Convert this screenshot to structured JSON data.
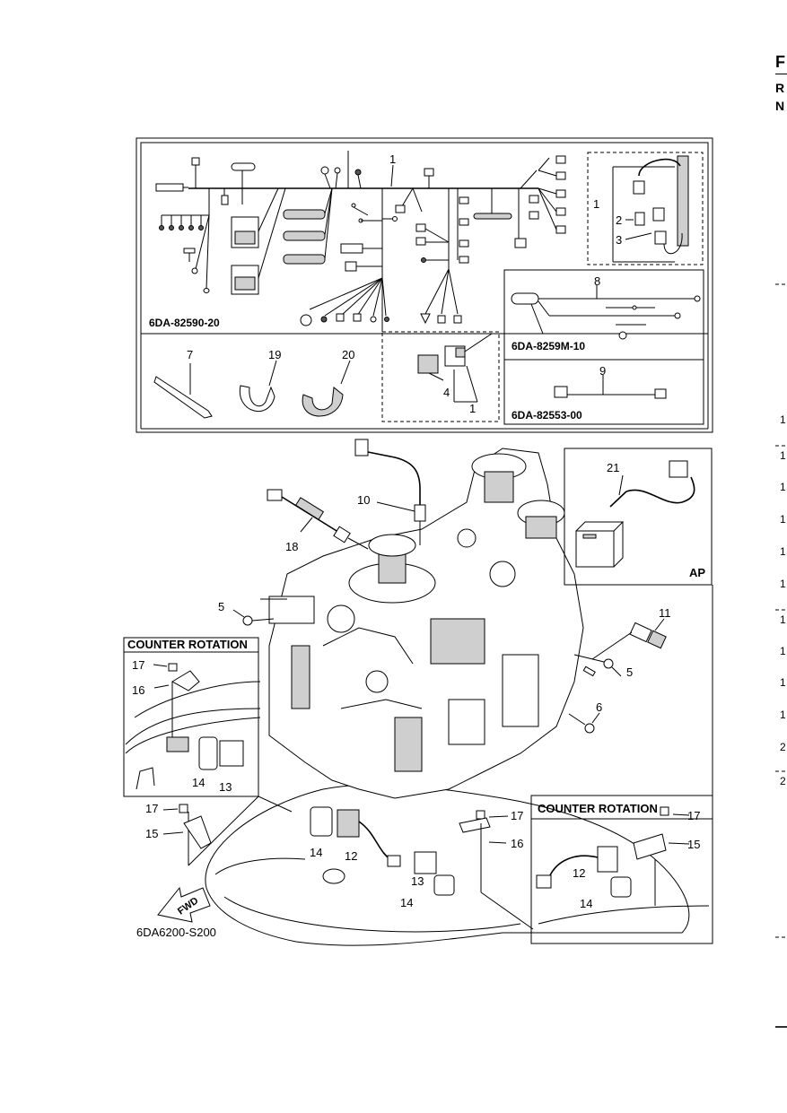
{
  "page_edge": {
    "top_letters": [
      "F",
      "R",
      "N"
    ],
    "right_numbers": [
      "1",
      "1",
      "1",
      "1",
      "1",
      "1",
      "1",
      "1",
      "1",
      "1",
      "2",
      "2"
    ]
  },
  "kit_codes": {
    "main_harness": "6DA-82590-20",
    "sub_harness_8": "6DA-8259M-10",
    "sub_harness_9": "6DA-82553-00"
  },
  "labels": {
    "ap": "AP",
    "counter_rotation": "COUNTER ROTATION",
    "fwd": "FWD",
    "diagram_code": "6DA6200-S200"
  },
  "callouts": {
    "top_1": "1",
    "box_1": "1",
    "box_2": "2",
    "box_3": "3",
    "p4": "4",
    "p4_1": "1",
    "p7": "7",
    "p19": "19",
    "p20": "20",
    "p8": "8",
    "p9": "9",
    "p10": "10",
    "p18": "18",
    "p21": "21",
    "p5a": "5",
    "p5b": "5",
    "p11": "11",
    "p6": "6",
    "cr_left_17": "17",
    "cr_left_16": "16",
    "cr_left_14": "14",
    "cr_left_13": "13",
    "b17a": "17",
    "b15": "15",
    "b14a": "14",
    "b12": "12",
    "b13": "13",
    "b14b": "14",
    "b17b": "17",
    "b16": "16",
    "cr_right_17": "17",
    "cr_right_15": "15",
    "cr_right_12": "12",
    "cr_right_14": "14"
  }
}
